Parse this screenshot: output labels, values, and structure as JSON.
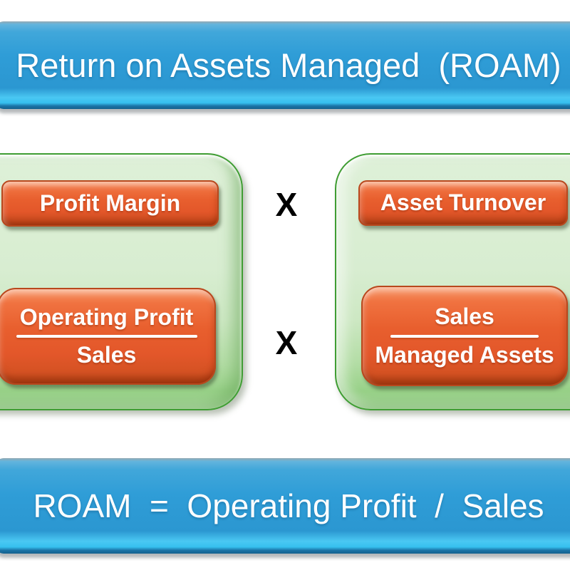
{
  "title_banner": {
    "text": "Return on Assets Managed  (ROAM)"
  },
  "formula_banner": {
    "text": "ROAM  =  Operating Profit  /  Sales"
  },
  "operator": {
    "symbol": "X"
  },
  "left_panel": {
    "ratio_name": "Profit Margin",
    "numerator": "Operating Profit",
    "denominator": "Sales"
  },
  "right_panel": {
    "ratio_name": "Asset Turnover",
    "numerator": "Sales",
    "denominator": "Managed Assets"
  },
  "colors": {
    "banner_blue_mid": "#2f9dd7",
    "banner_cyan_highlight": "#4ac8f3",
    "banner_dark_edge": "#14618e",
    "panel_green_fill": "#d8edd1",
    "panel_green_border": "#3f9d33",
    "button_orange": "#e3572a",
    "button_orange_dark": "#b8481d",
    "text_white": "#ffffff",
    "operator_black": "#000000"
  }
}
